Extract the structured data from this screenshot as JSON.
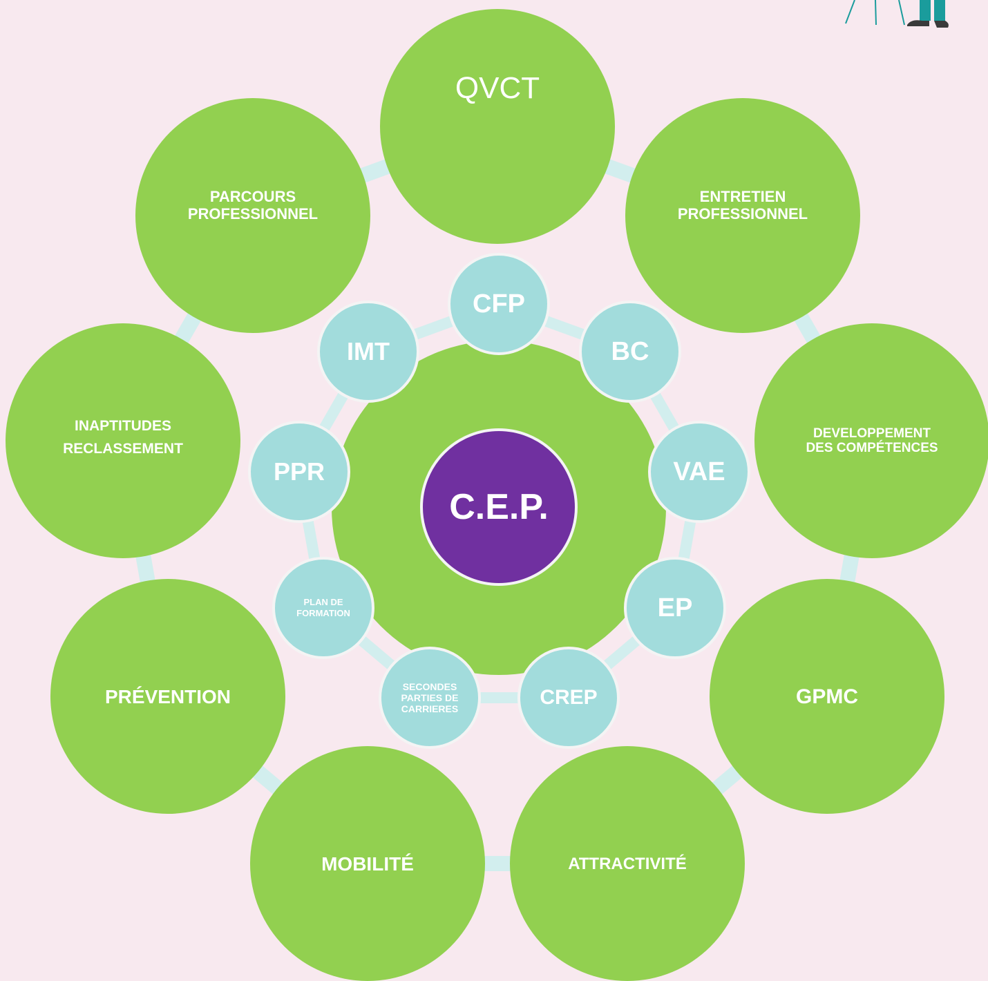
{
  "colors": {
    "background": "#f8e9ef",
    "outer_green": "#92d050",
    "inner_teal": "#a2dcdc",
    "connector": "#d2eeee",
    "center_purple": "#7030a0",
    "text": "#ffffff"
  },
  "center": {
    "label": "C.E.P."
  },
  "outer_nodes": [
    {
      "label": "QVCT"
    },
    {
      "label": "ENTRETIEN\nPROFESSIONNEL"
    },
    {
      "label": "DEVELOPPEMENT\nDES COMPÉTENCES"
    },
    {
      "label": "GPMC"
    },
    {
      "label": "ATTRACTIVITÉ"
    },
    {
      "label": "MOBILITÉ"
    },
    {
      "label": "PRÉVENTION"
    },
    {
      "label": "INAPTITUDES\nRECLASSEMENT"
    },
    {
      "label": "PARCOURS\nPROFESSIONNEL"
    }
  ],
  "inner_nodes": [
    {
      "label": "CFP"
    },
    {
      "label": "BC"
    },
    {
      "label": "VAE"
    },
    {
      "label": "EP"
    },
    {
      "label": "CREP"
    },
    {
      "label": "SECONDES\nPARTIES DE\nCARRIERES"
    },
    {
      "label": "PLAN DE\nFORMATION"
    },
    {
      "label": "PPR"
    },
    {
      "label": "IMT"
    }
  ]
}
